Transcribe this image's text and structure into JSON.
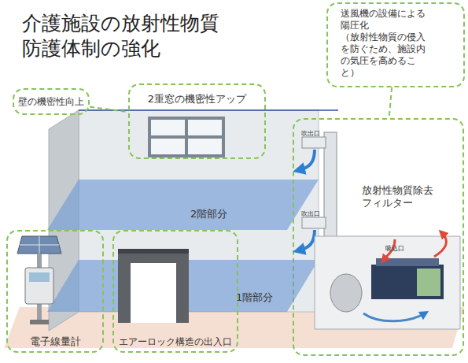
{
  "diagram": {
    "title": "介護施設の放射性物質 防護体制の強化",
    "nodes": [
      {
        "text": [
          "壁の機密性向上"
        ]
      },
      {
        "text": [
          "2重窓の機密性アップ"
        ]
      },
      {
        "text": [
          "送風機の設備による陽圧化",
          "（放射性物質の侵入を防ぐため、施設内の気圧を高めること）"
        ]
      },
      {
        "text": [
          "2階部分"
        ]
      },
      {
        "text": [
          "放射性物質除去フィルター"
        ]
      },
      {
        "text": [
          "1階部分"
        ]
      },
      {
        "text": [
          "電子線量計"
        ]
      },
      {
        "text": [
          "エアーロック構造の出入口"
        ]
      }
    ],
    "edges": [
      {
        "from": 0,
        "to": 1,
        "arrow": "none"
      },
      {
        "from": 2,
        "to": 4,
        "arrow": "none"
      }
    ],
    "labels": [
      "吹出口",
      "吹出口",
      "吸込口"
    ]
  }
}
